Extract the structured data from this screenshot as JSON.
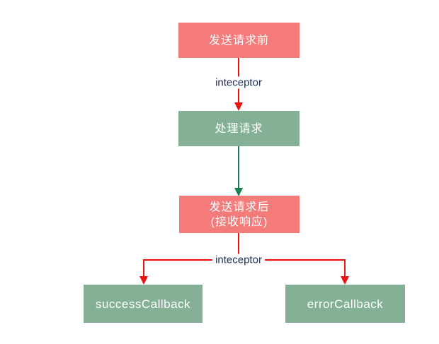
{
  "diagram": {
    "nodes": [
      {
        "id": "before-request",
        "label": "发送请求前",
        "type": "pink"
      },
      {
        "id": "process-request",
        "label": "处理请求",
        "type": "green"
      },
      {
        "id": "after-request",
        "label_line1": "发送请求后",
        "label_line2": "(接收响应)",
        "type": "pink"
      },
      {
        "id": "success-callback",
        "label": "successCallback",
        "type": "green"
      },
      {
        "id": "error-callback",
        "label": "errorCallback",
        "type": "green"
      }
    ],
    "edge_labels": {
      "top_interceptor": "inteceptor",
      "bottom_interceptor": "inteceptor"
    },
    "colors": {
      "node_pink": "#F57A7A",
      "node_green": "#84B096",
      "arrow_red": "#F01010",
      "arrow_green": "#17804E",
      "label_text": "#1C3059",
      "node_text": "#FFFFFF",
      "background": "#FFFFFF"
    }
  }
}
